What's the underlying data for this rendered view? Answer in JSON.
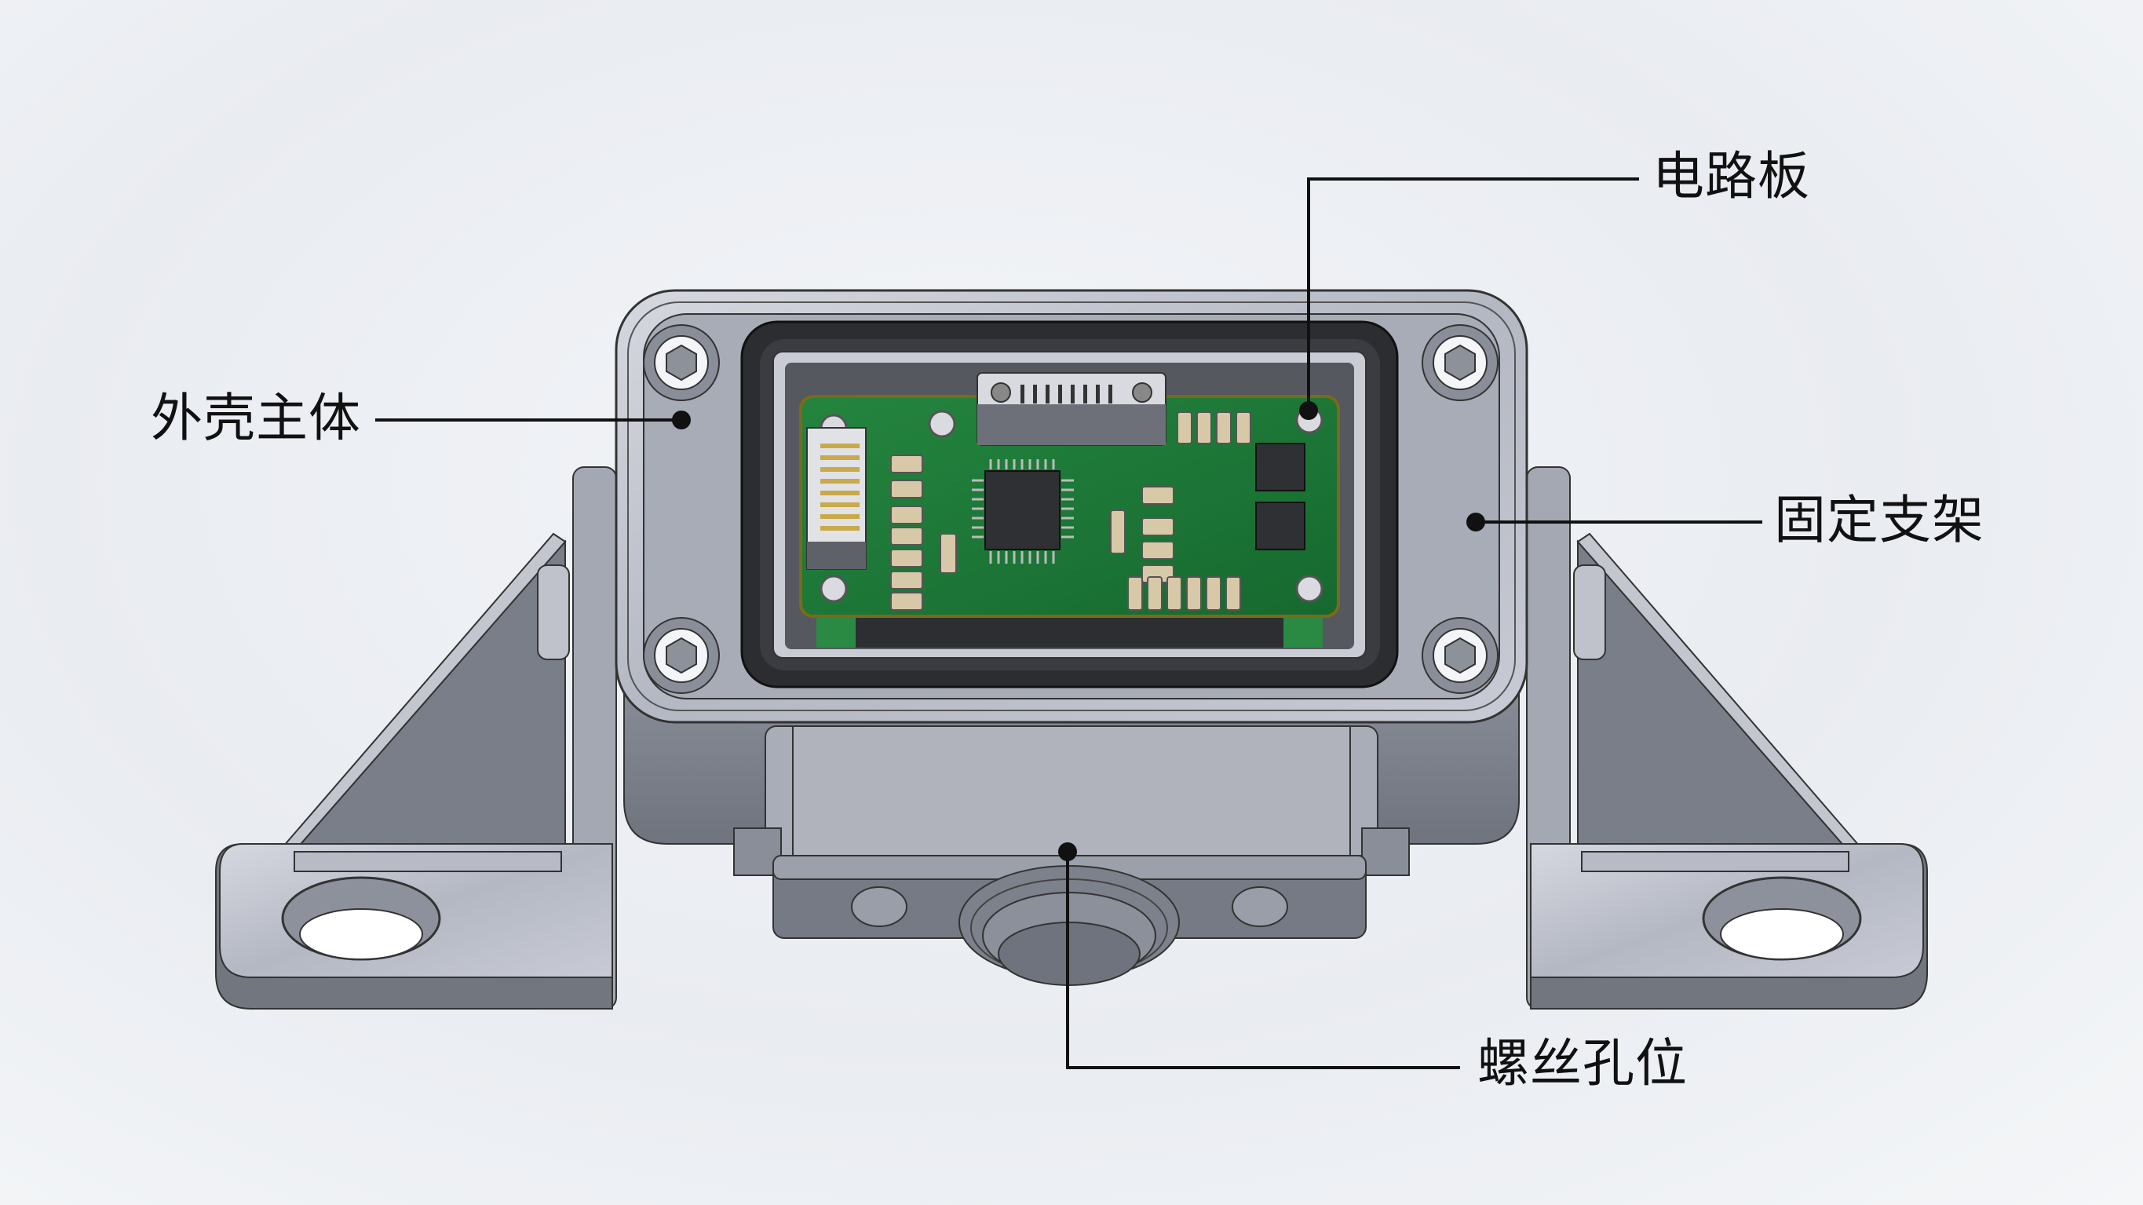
{
  "diagram": {
    "type": "exploded-callout",
    "subject": "sensor enclosure assembly",
    "callouts": [
      {
        "id": "pcb",
        "label": "电路板"
      },
      {
        "id": "housing",
        "label": "外壳主体"
      },
      {
        "id": "bracket",
        "label": "固定支架"
      },
      {
        "id": "screw-hole",
        "label": "螺丝孔位"
      }
    ]
  },
  "colors": {
    "background": "#eceff3",
    "metal_light": "#c9ccd6",
    "metal_mid": "#9fa3ad",
    "metal_dark": "#6e727c",
    "gasket": "#2b2d31",
    "pcb_green": "#1f7a3a",
    "chip": "#2e3034",
    "leader_line": "#111111"
  }
}
